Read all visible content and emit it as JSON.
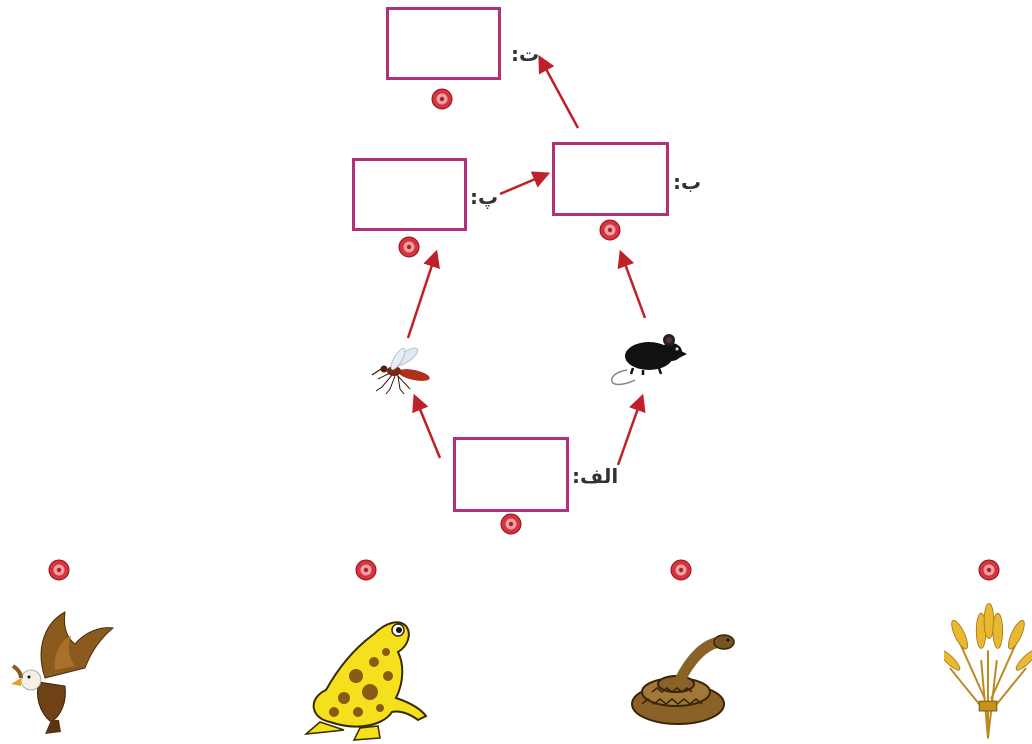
{
  "diagram": {
    "labels": {
      "alef": "الف:",
      "be": "ب:",
      "pe": "پ:",
      "te": "ت:"
    },
    "icons": {
      "target": "drop-target-icon",
      "arrow": "arrow-icon",
      "mosquito": "mosquito-icon",
      "mouse": "mouse-icon",
      "eagle": "eagle-icon",
      "frog": "frog-icon",
      "snake": "snake-icon",
      "wheat": "wheat-icon"
    },
    "colors": {
      "box_border": "#b0307a",
      "arrow": "#c0202a",
      "target": "#d8323c"
    }
  }
}
